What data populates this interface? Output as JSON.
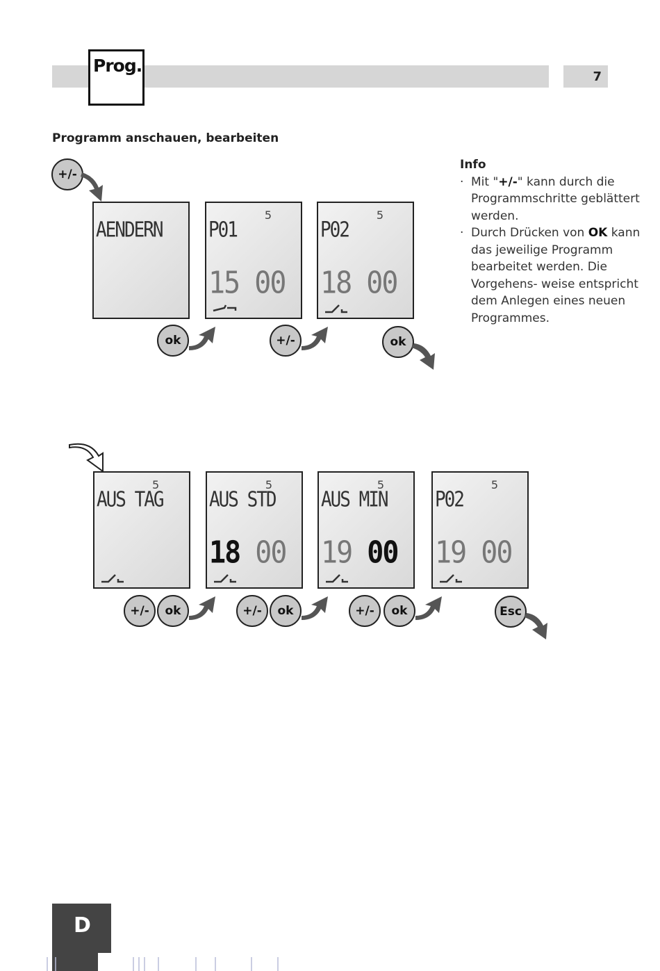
{
  "header": {
    "tab_label": "Prog.",
    "page_number": "7"
  },
  "section_title": "Programm anschauen, bearbeiten",
  "info": {
    "title": "Info",
    "item1_a": "Mit \"",
    "item1_b": "+/-",
    "item1_c": "\" kann durch die Programmschritte geblättert werden.",
    "item2_a": "Durch Drücken von ",
    "item2_b": "OK",
    "item2_c": " kann das jeweilige Programm bearbeitet werden. Die Vorgehens- weise entspricht  dem Anlegen eines neuen Programmes."
  },
  "row1": {
    "displays": [
      {
        "top": "",
        "label": "AENDERN",
        "time_h": "",
        "time_m": ""
      },
      {
        "top": "5",
        "label": "P01",
        "time_h": "15",
        "time_m": "00"
      },
      {
        "top": "5",
        "label": "P02",
        "time_h": "18",
        "time_m": "00"
      }
    ],
    "buttons": [
      "+/-",
      "ok",
      "+/-",
      "ok"
    ]
  },
  "row2": {
    "displays": [
      {
        "top": "5",
        "label": "AUS TAG",
        "time_h": "",
        "time_m": ""
      },
      {
        "top": "5",
        "label": "AUS STD",
        "time_h": "18",
        "time_m": "00"
      },
      {
        "top": "5",
        "label": "AUS MIN",
        "time_h": "19",
        "time_m": "00"
      },
      {
        "top": "5",
        "label": "P02",
        "time_h": "19",
        "time_m": "00"
      }
    ],
    "buttons": [
      "+/-",
      "ok",
      "+/-",
      "ok",
      "+/-",
      "ok",
      "Esc"
    ]
  },
  "footer": {
    "language": "D"
  },
  "colors": {
    "header_bar": "#d6d6d6",
    "button_fill": "#c8c8c8",
    "arrow": "#555555",
    "language_box": "#444444"
  },
  "icons": {
    "switch_symbol": "switch-off-icon",
    "arrow": "curved-arrow-icon"
  }
}
